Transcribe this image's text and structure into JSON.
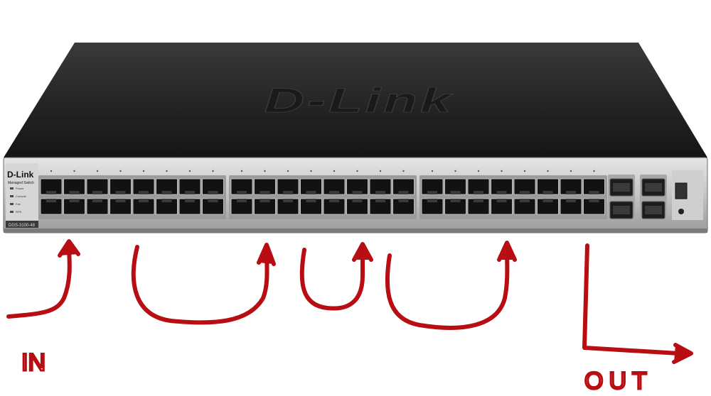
{
  "device": {
    "brand_top": "D-Link",
    "brand_front": "D-Link",
    "model": "DGS-3100-48",
    "subtitle": "Managed Switch",
    "left_leds": [
      "Power",
      "Console",
      "Fan",
      "RPS"
    ],
    "led_panel_title": "Unit ID"
  },
  "annotations": {
    "in_label": "IN",
    "out_label": "OUT",
    "ink_color": "#b80d12"
  },
  "colors": {
    "chassis_top": "#232323",
    "front_panel": "#c8c8c8",
    "port_fill": "#121212"
  }
}
